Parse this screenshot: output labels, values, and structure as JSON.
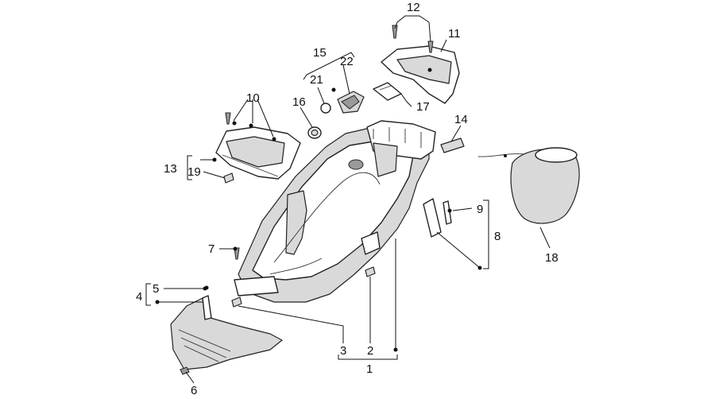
{
  "callouts": {
    "c1": "1",
    "c2": "2",
    "c3": "3",
    "c4": "4",
    "c5": "5",
    "c6": "6",
    "c7": "7",
    "c8": "8",
    "c9": "9",
    "c10": "10",
    "c11": "11",
    "c12": "12",
    "c13": "13",
    "c14": "14",
    "c15": "15",
    "c16": "16",
    "c17": "17",
    "c18": "18",
    "c19": "19",
    "c21": "21",
    "c22": "22"
  }
}
